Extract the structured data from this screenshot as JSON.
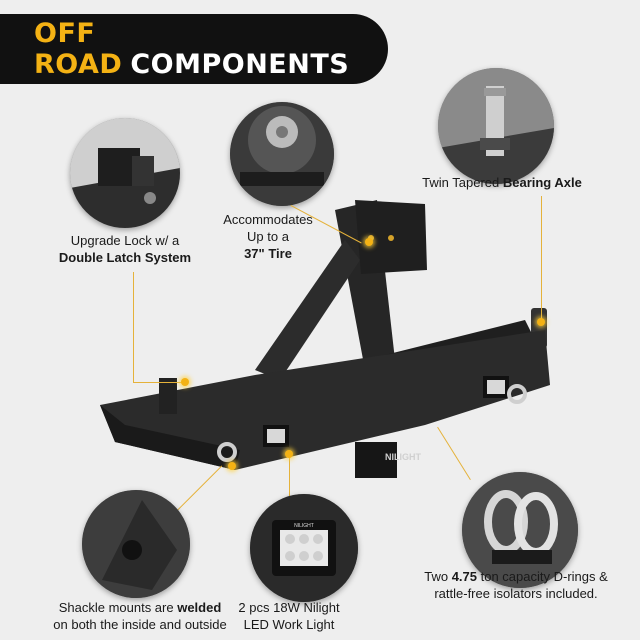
{
  "banner": {
    "title_yellow": "OFF ROAD",
    "title_white": "COMPONENTS"
  },
  "features": {
    "lock": {
      "line1": "Upgrade Lock w/ a",
      "bold": "Double Latch System"
    },
    "tire": {
      "line1": "Accommodates",
      "line2": "Up to a",
      "bold": "37\" Tire"
    },
    "axle": {
      "line1": "Twin Tapered ",
      "bold": "Bearing Axle"
    },
    "shackle": {
      "line1_pre": "Shackle mounts are ",
      "line1_bold": "welded",
      "line2": "on both the inside and outside"
    },
    "led": {
      "line1": "2 pcs 18W Nilight",
      "line2": "LED Work Light"
    },
    "drings": {
      "pre": "Two  ",
      "bold": "4.75",
      "post": " ton capacity D-rings &",
      "line2": "rattle-free isolators included."
    }
  },
  "brand": {
    "logo_text": "NILIGHT",
    "led_label": "NILIGHT"
  },
  "colors": {
    "accent": "#f4b214",
    "banner_bg": "#111111",
    "background": "#eeeeee"
  }
}
